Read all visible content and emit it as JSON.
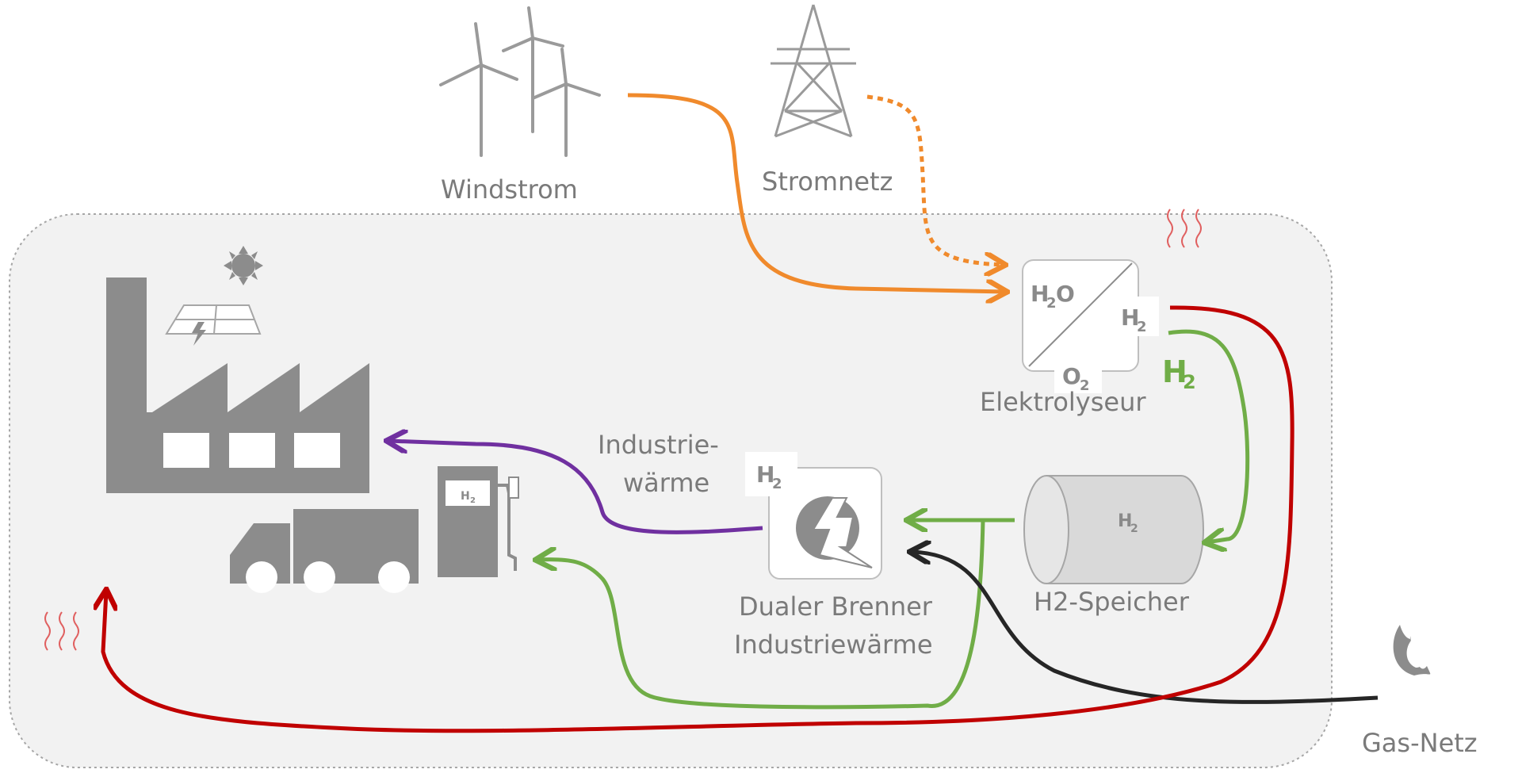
{
  "labels": {
    "windstrom": "Windstrom",
    "stromnetz": "Stromnetz",
    "elektrolyseur": "Elektrolyseur",
    "h2_speicher": "H2-Speicher",
    "industrie_line1": "Industrie-",
    "industrie_line2": "wärme",
    "brenner_line1": "Dualer Brenner",
    "brenner_line2": "Industriewärme",
    "gas_netz": "Gas-Netz"
  },
  "chem": {
    "h2o_h": "H",
    "h2o_sub": "2",
    "h2o_o": "O",
    "o2_o": "O",
    "o2_sub": "2",
    "h2_h": "H",
    "h2_sub": "2"
  },
  "colors": {
    "orange": "#f08a2c",
    "red": "#c00000",
    "green": "#70ad47",
    "purple": "#7030a0",
    "black": "#262626",
    "gray_icon": "#8c8c8c",
    "panel": "#f2f2f2"
  },
  "icons": [
    "wind-turbine-icon",
    "power-pylon-icon",
    "sun-icon",
    "solar-panel-icon",
    "factory-icon",
    "truck-icon",
    "fuel-pump-icon",
    "burner-icon",
    "flame-icon",
    "heat-waves-icon"
  ]
}
